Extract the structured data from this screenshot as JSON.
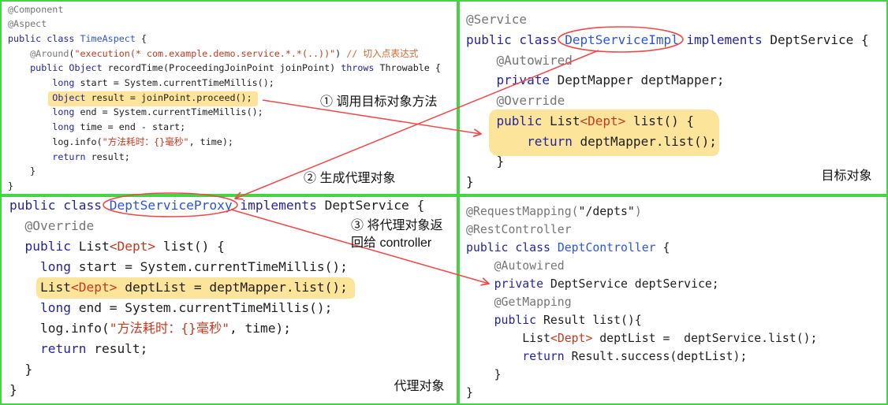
{
  "colors": {
    "border": "#45d445",
    "arrow": "#ef4a4a",
    "highlight": "#fbe08a"
  },
  "palette": [
    "#1e1e1e",
    "#24249c",
    "#2c55dd",
    "#767676",
    "#c33a1f",
    "#d8662f"
  ],
  "panels": {
    "aspect": {
      "lines": [
        [
          [
            "@Component",
            3
          ]
        ],
        [
          [
            "@Aspect",
            3
          ]
        ],
        [
          [
            "public class ",
            1
          ],
          [
            "TimeAspect",
            2
          ],
          [
            " {",
            0
          ]
        ],
        [
          [
            "    @Around",
            3
          ],
          [
            "(",
            0
          ],
          [
            "\"execution(* com.example.demo.service.*.*(..))\"",
            4
          ],
          [
            ") ",
            0
          ],
          [
            "// 切入点表达式",
            5
          ]
        ],
        [
          [
            "    public Object ",
            1
          ],
          [
            "recordTime(ProceedingJoinPoint joinPoint) ",
            0
          ],
          [
            "throws ",
            1
          ],
          [
            "Throwable {",
            0
          ]
        ],
        [
          [
            "        long ",
            1
          ],
          [
            "start = System.currentTimeMillis();",
            0
          ]
        ],
        [
          [
            "        Object ",
            1
          ],
          [
            "result = joinPoint.proceed();",
            0
          ]
        ],
        [
          [
            "        long ",
            1
          ],
          [
            "end = System.currentTimeMillis();",
            0
          ]
        ],
        [
          [
            "        long ",
            1
          ],
          [
            "time = end - start;",
            0
          ]
        ],
        [
          [
            "        log.info(",
            0
          ],
          [
            "\"方法耗时：{}毫秒\"",
            4
          ],
          [
            ", time);",
            0
          ]
        ],
        [
          [
            "        return ",
            1
          ],
          [
            "result;",
            0
          ]
        ],
        [
          [
            "    }",
            0
          ]
        ],
        [
          [
            "}",
            0
          ]
        ]
      ]
    },
    "target": {
      "label": "目标对象",
      "lines": [
        [
          [
            "@Service",
            3
          ]
        ],
        [
          [
            "public class ",
            1
          ],
          [
            "DeptServiceImpl",
            2
          ],
          [
            " implements ",
            1
          ],
          [
            "DeptService {",
            0
          ]
        ],
        [
          [
            "    @Autowired",
            3
          ]
        ],
        [
          [
            "    private ",
            1
          ],
          [
            "DeptMapper deptMapper;",
            0
          ]
        ],
        [
          [
            "    @Override",
            3
          ]
        ],
        [
          [
            "    public ",
            1
          ],
          [
            "List",
            0
          ],
          [
            "<Dept>",
            4
          ],
          [
            " list() {",
            0
          ]
        ],
        [
          [
            "        return ",
            1
          ],
          [
            "deptMapper.list();",
            0
          ]
        ],
        [
          [
            "    }",
            0
          ]
        ],
        [
          [
            "}",
            0
          ]
        ]
      ]
    },
    "proxy": {
      "label": "代理对象",
      "lines": [
        [
          [
            "public class ",
            1
          ],
          [
            "DeptServiceProxy",
            2
          ],
          [
            " implements ",
            1
          ],
          [
            "DeptService {",
            0
          ]
        ],
        [
          [
            "  @Override",
            3
          ]
        ],
        [
          [
            "  public ",
            1
          ],
          [
            "List",
            0
          ],
          [
            "<Dept>",
            4
          ],
          [
            " list() {",
            0
          ]
        ],
        [
          [
            "    long ",
            1
          ],
          [
            "start = System.currentTimeMillis();",
            0
          ]
        ],
        [
          [
            "    List",
            0
          ],
          [
            "<Dept>",
            4
          ],
          [
            " deptList = deptMapper.list();",
            0
          ]
        ],
        [
          [
            "    long ",
            1
          ],
          [
            "end = System.currentTimeMillis();",
            0
          ]
        ],
        [
          [
            "    log.info(",
            0
          ],
          [
            "\"方法耗时：{}毫秒\"",
            4
          ],
          [
            ", time);",
            0
          ]
        ],
        [
          [
            "    return ",
            1
          ],
          [
            "result;",
            0
          ]
        ],
        [
          [
            "  }",
            0
          ]
        ],
        [
          [
            "}",
            0
          ]
        ]
      ]
    },
    "controller": {
      "lines": [
        [
          [
            "@RequestMapping(",
            3
          ],
          [
            "\"/depts\"",
            0
          ],
          [
            ")",
            3
          ]
        ],
        [
          [
            "@RestController",
            3
          ]
        ],
        [
          [
            "public class ",
            1
          ],
          [
            "DeptController",
            2
          ],
          [
            " {",
            0
          ]
        ],
        [
          [
            "    @Autowired",
            3
          ]
        ],
        [
          [
            "    private ",
            1
          ],
          [
            "DeptService deptService;",
            0
          ]
        ],
        [
          [
            "    @GetMapping",
            3
          ]
        ],
        [
          [
            "    public ",
            1
          ],
          [
            "Result list(){",
            0
          ]
        ],
        [
          [
            "        List",
            0
          ],
          [
            "<Dept>",
            4
          ],
          [
            " deptList =  deptService.list();",
            0
          ]
        ],
        [
          [
            "        return ",
            1
          ],
          [
            "Result.success(deptList);",
            0
          ]
        ],
        [
          [
            "    }",
            0
          ]
        ],
        [
          [
            "}",
            0
          ]
        ]
      ]
    }
  },
  "annotations": {
    "step1": "① 调用目标对象方法",
    "step2": "② 生成代理对象",
    "step3_line1": "③ 将代理对象返",
    "step3_line2": "回给 controller"
  }
}
